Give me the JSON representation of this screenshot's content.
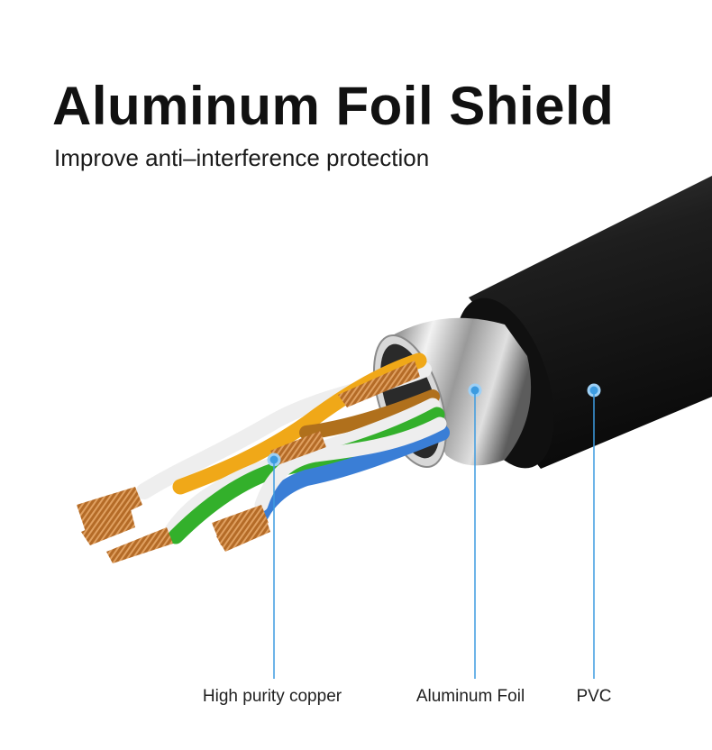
{
  "heading": {
    "title": "Aluminum Foil Shield",
    "subtitle": "Improve anti–interference protection"
  },
  "callouts": [
    {
      "label": "High purity copper",
      "color": "#3d9be0"
    },
    {
      "label": "Aluminum Foil",
      "color": "#3d9be0"
    },
    {
      "label": "PVC",
      "color": "#3d9be0"
    }
  ],
  "wire_colors": {
    "orange": "#f0a818",
    "orange_white": "#e8d9c0",
    "brown": "#b0701c",
    "green": "#33b02b",
    "blue": "#3a7ed6",
    "white": "#eeeeee",
    "copper": "#c07a30",
    "jacket": "#141414"
  }
}
